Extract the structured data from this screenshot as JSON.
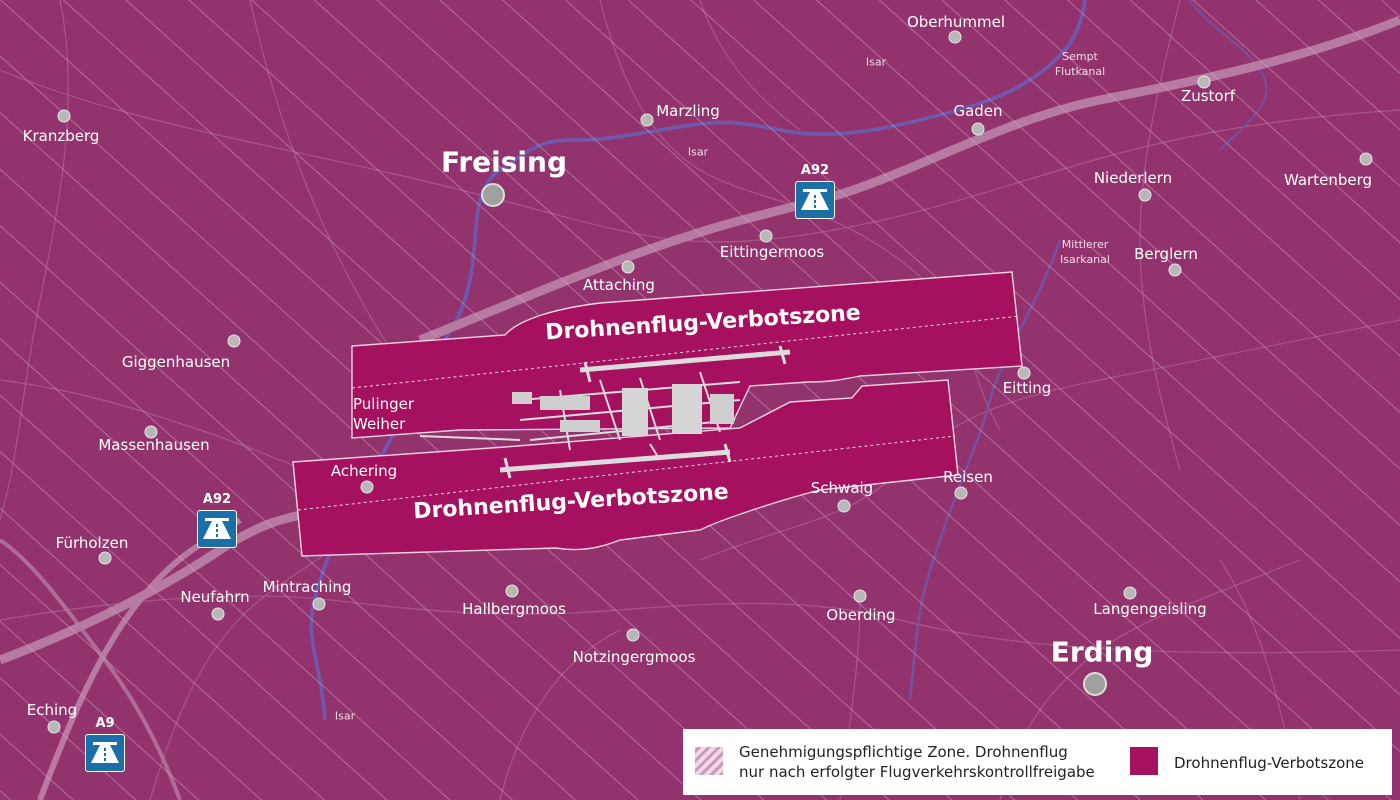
{
  "map": {
    "places": [
      {
        "name": "Oberhummel"
      },
      {
        "name": "Marzling"
      },
      {
        "name": "Gaden"
      },
      {
        "name": "Zustorf"
      },
      {
        "name": "Kranzberg"
      },
      {
        "name": "Wartenberg"
      },
      {
        "name": "Niederlern"
      },
      {
        "name": "Eittingermoos"
      },
      {
        "name": "Berglern"
      },
      {
        "name": "Attaching"
      },
      {
        "name": "Giggenhausen"
      },
      {
        "name": "Eitting"
      },
      {
        "name": "Pulinger Weiher"
      },
      {
        "name": "Massenhausen"
      },
      {
        "name": "Achering"
      },
      {
        "name": "Schwaig"
      },
      {
        "name": "Reisen"
      },
      {
        "name": "Fürholzen"
      },
      {
        "name": "Neufahrn"
      },
      {
        "name": "Mintraching"
      },
      {
        "name": "Hallbergmoos"
      },
      {
        "name": "Oberding"
      },
      {
        "name": "Langengeisling"
      },
      {
        "name": "Notzingergmoos"
      },
      {
        "name": "Eching"
      }
    ],
    "cities": [
      {
        "name": "Freising"
      },
      {
        "name": "Erding"
      }
    ],
    "water_labels": [
      {
        "name": "Isar"
      },
      {
        "name": "Isar"
      },
      {
        "name": "Isar"
      },
      {
        "name": "Sempt Flutkanal"
      },
      {
        "name": "Mittlerer Isarkanal"
      }
    ],
    "highways": [
      {
        "label": "A92"
      },
      {
        "label": "A92"
      },
      {
        "label": "A9"
      }
    ],
    "zone_labels": [
      "Drohnenflug-Verbotszone",
      "Drohnenflug-Verbotszone"
    ],
    "colors": {
      "background": "#93336e",
      "no_fly_zone": "#a6115f",
      "hatch": "#c98cb3",
      "highway_sign": "#1b6fa7"
    }
  },
  "legend": {
    "permit_zone_line1": "Genehmigungspflichtige Zone. Drohnenflug",
    "permit_zone_line2": "nur nach erfolgter Flugverkehrskontrollfreigabe",
    "no_fly_zone": "Drohnenflug-Verbotszone"
  }
}
